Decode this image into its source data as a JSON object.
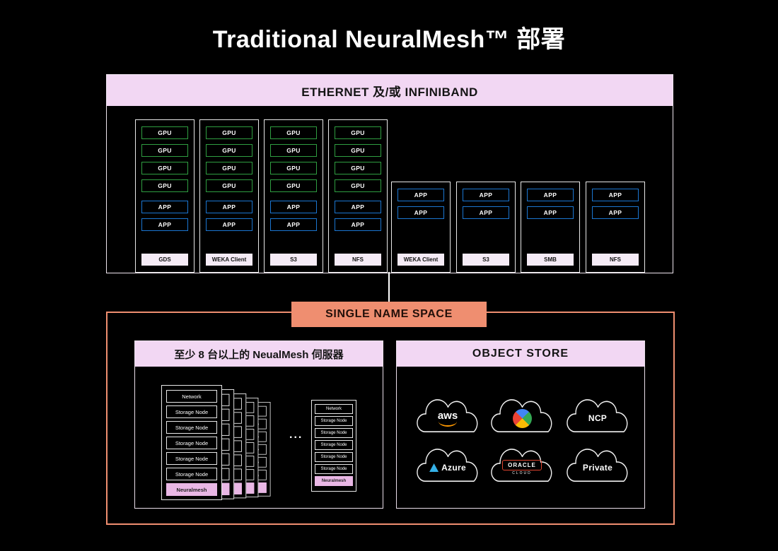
{
  "title": "Traditional NeuralMesh™ 部署",
  "top_section": {
    "header": "ETHERNET 及/或 INFINIBAND",
    "servers": [
      {
        "gpus": [
          "GPU",
          "GPU",
          "GPU",
          "GPU"
        ],
        "apps": [
          "APP",
          "APP"
        ],
        "protocol": "GDS"
      },
      {
        "gpus": [
          "GPU",
          "GPU",
          "GPU",
          "GPU"
        ],
        "apps": [
          "APP",
          "APP"
        ],
        "protocol": "WEKA Client"
      },
      {
        "gpus": [
          "GPU",
          "GPU",
          "GPU",
          "GPU"
        ],
        "apps": [
          "APP",
          "APP"
        ],
        "protocol": "S3"
      },
      {
        "gpus": [
          "GPU",
          "GPU",
          "GPU",
          "GPU"
        ],
        "apps": [
          "APP",
          "APP"
        ],
        "protocol": "NFS"
      },
      {
        "gpus": [],
        "apps": [
          "APP",
          "APP"
        ],
        "protocol": "WEKA Client"
      },
      {
        "gpus": [],
        "apps": [
          "APP",
          "APP"
        ],
        "protocol": "S3"
      },
      {
        "gpus": [],
        "apps": [
          "APP",
          "APP"
        ],
        "protocol": "SMB"
      },
      {
        "gpus": [],
        "apps": [
          "APP",
          "APP"
        ],
        "protocol": "NFS"
      }
    ]
  },
  "namespace": {
    "label": "SINGLE NAME SPACE"
  },
  "bottom_section": {
    "left_panel": {
      "header": "至少 8 台以上的 NeualMesh 伺服器",
      "stack_rows": [
        "Network",
        "Storage Node",
        "Storage Node",
        "Storage Node",
        "Storage Node",
        "Storage Node"
      ],
      "stack_footer": "Neuralmesh",
      "stack_count": 5,
      "ellipsis": "..."
    },
    "right_panel": {
      "header": "OBJECT STORE",
      "clouds": [
        {
          "id": "aws",
          "label": "aws"
        },
        {
          "id": "gcp",
          "label": ""
        },
        {
          "id": "ncp",
          "label": "NCP"
        },
        {
          "id": "azure",
          "label": "Azure"
        },
        {
          "id": "oracle",
          "label": "ORACLE",
          "sublabel": "CLOUD"
        },
        {
          "id": "private",
          "label": "Private"
        }
      ]
    }
  },
  "colors": {
    "header_pink": "#f2d7f3",
    "salmon": "#ef8e70",
    "gpu_green": "#2f9e41",
    "app_blue": "#1b76d1",
    "protocol_label_bg": "#f5ebf6",
    "neuralmesh_pink": "#e9b7e5",
    "aws_orange": "#ff9900",
    "azure_blue": "#35b1e8",
    "oracle_red": "#e0442f",
    "gcp_colors": [
      "#4285f4",
      "#ea4335",
      "#fbbc05",
      "#34a853"
    ]
  }
}
